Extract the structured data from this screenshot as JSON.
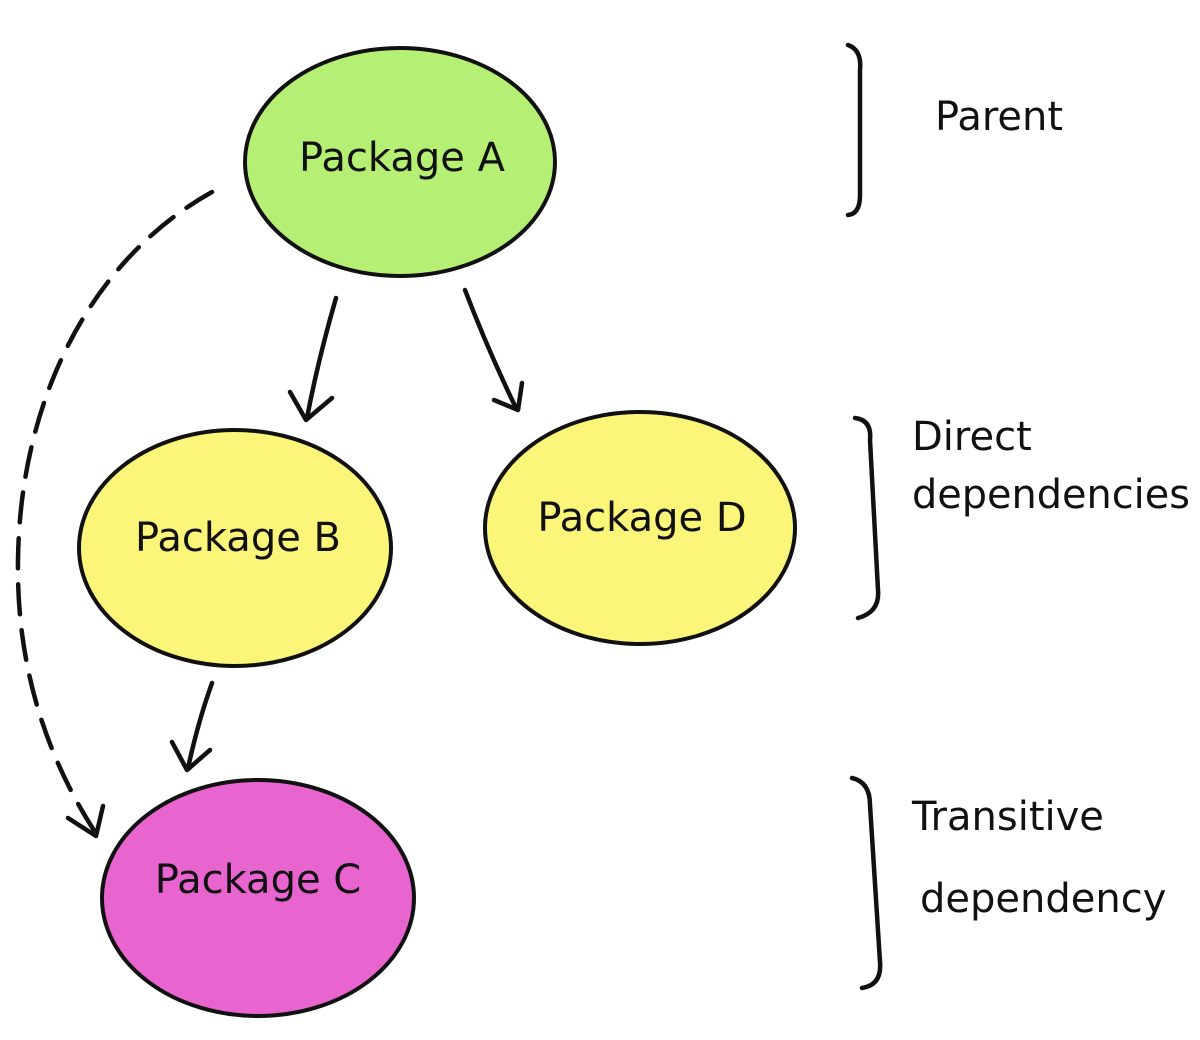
{
  "nodes": {
    "a": {
      "label": "Package A",
      "color": "#b5f075"
    },
    "b": {
      "label": "Package B",
      "color": "#fbf57a"
    },
    "d": {
      "label": "Package D",
      "color": "#fbf57a"
    },
    "c": {
      "label": "Package C",
      "color": "#e864cf"
    }
  },
  "edges": [
    {
      "from": "Package A",
      "to": "Package B",
      "style": "solid"
    },
    {
      "from": "Package A",
      "to": "Package D",
      "style": "solid"
    },
    {
      "from": "Package B",
      "to": "Package C",
      "style": "solid"
    },
    {
      "from": "Package A",
      "to": "Package C",
      "style": "dashed"
    }
  ],
  "levels": {
    "parent": {
      "label": "Parent"
    },
    "direct": {
      "line1": "Direct",
      "line2": "dependencies"
    },
    "transitive": {
      "line1": "Transitive",
      "line2": "dependency"
    }
  }
}
